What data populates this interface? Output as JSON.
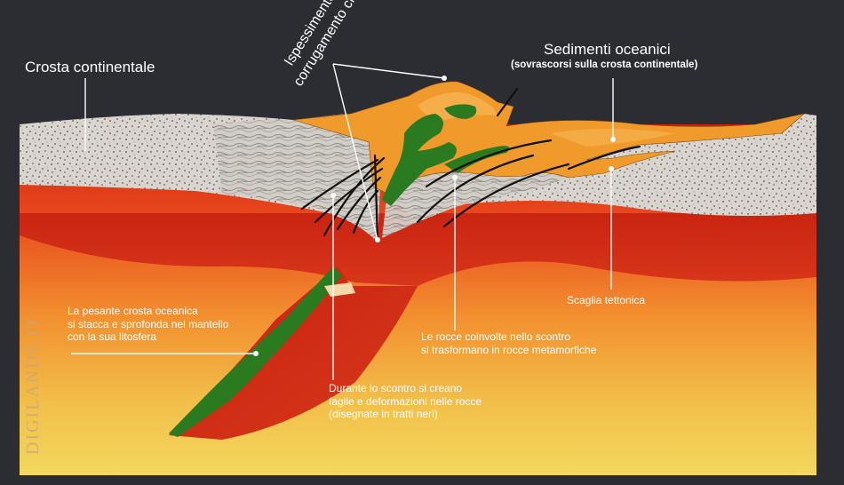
{
  "labels": {
    "crosta_continentale": "Crosta continentale",
    "sedimenti_title": "Sedimenti oceanici",
    "sedimenti_sub": "(sovrascorsi sulla crosta continentale)",
    "ispessimento_line1": "Ispessimento",
    "ispessimento_line2": "corrugamento crostale",
    "crosta_oceanica": [
      "La pesante crosta oceanica",
      "si stacca e sprofonda nel mantello",
      "con la sua litosfera"
    ],
    "rocce": [
      "Le rocce coinvolte nello scontro",
      "si trasformano in rocce metamorfiche"
    ],
    "scaglia": "Scaglia tettonica",
    "faglie": [
      "Durante lo scontro si creano",
      "faglie e deformazioni nelle rocce",
      "(disegnate in tratti neri)"
    ]
  },
  "watermark": "DIGILANDS.IT",
  "colors": {
    "background": "#2b2d33",
    "crust": "#d6d2cb",
    "mantle_top": "#d8301a",
    "mantle_bottom": "#f2d256",
    "sediment": "#f19a2c",
    "green_layer": "#2a7a1f",
    "fault_lines": "#111111"
  }
}
